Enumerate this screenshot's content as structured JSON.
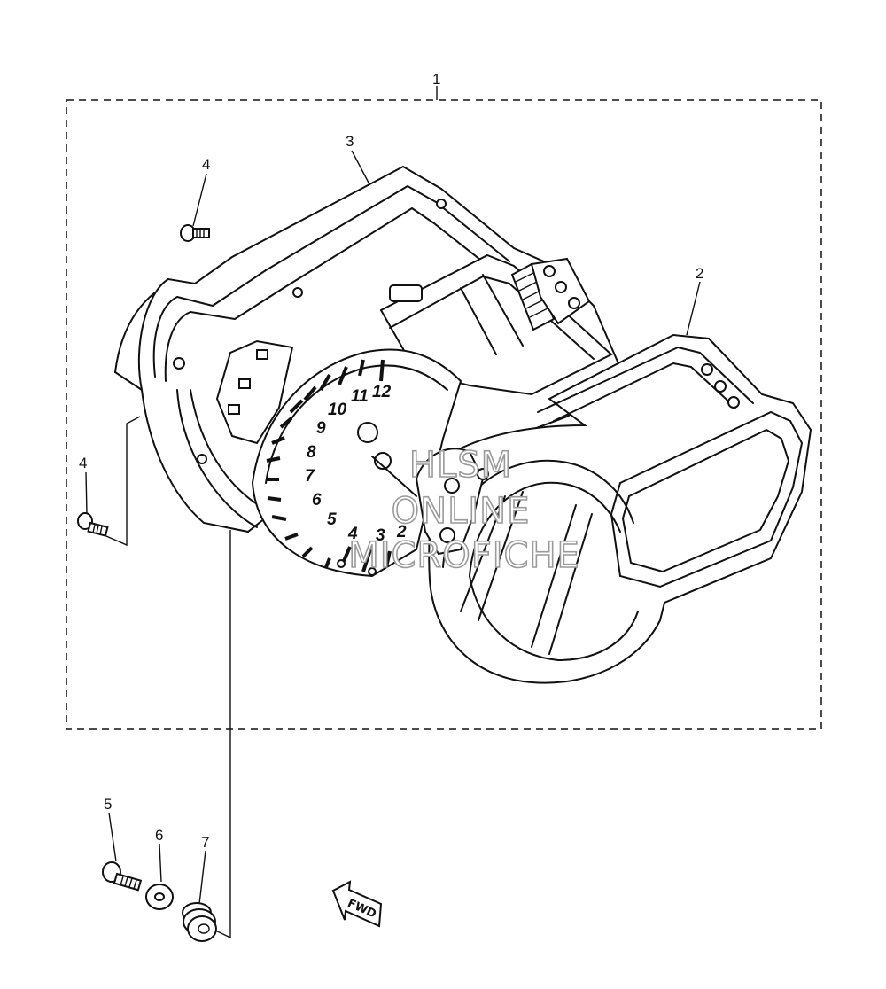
{
  "callouts": [
    {
      "id": "c1",
      "number": "1"
    },
    {
      "id": "c2",
      "number": "2"
    },
    {
      "id": "c3",
      "number": "3"
    },
    {
      "id": "c4a",
      "number": "4"
    },
    {
      "id": "c4b",
      "number": "4"
    },
    {
      "id": "c5",
      "number": "5"
    },
    {
      "id": "c6",
      "number": "6"
    },
    {
      "id": "c7",
      "number": "7"
    }
  ],
  "tachometer": {
    "scale_numbers": [
      "2",
      "3",
      "4",
      "5",
      "6",
      "7",
      "8",
      "9",
      "10",
      "11",
      "12"
    ]
  },
  "watermark": {
    "line1": "HLSM",
    "line2": "ONLINE",
    "line3": "MICROFICHE"
  },
  "direction_arrow": {
    "label": "FWD"
  }
}
